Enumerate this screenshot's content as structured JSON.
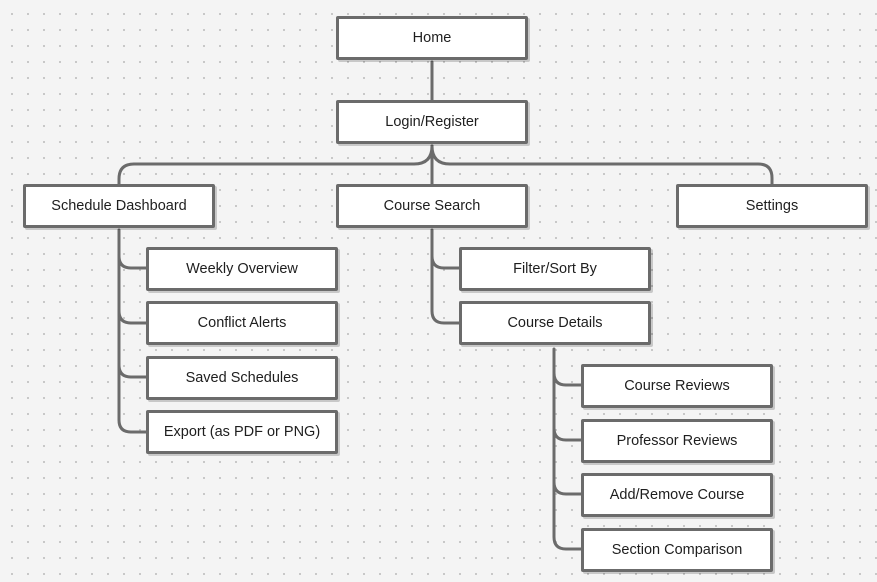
{
  "colors": {
    "line": "#6b6b6b",
    "box_border": "#6b6b6b",
    "box_fill": "#ffffff",
    "text": "#1e1e1e",
    "background": "#f4f4f4"
  },
  "nodes": {
    "home": "Home",
    "login": "Login/Register",
    "schedule_dashboard": "Schedule Dashboard",
    "course_search": "Course Search",
    "settings": "Settings",
    "weekly_overview": "Weekly Overview",
    "conflict_alerts": "Conflict Alerts",
    "saved_schedules": "Saved Schedules",
    "export": "Export (as PDF or PNG)",
    "filter_sort": "Filter/Sort By",
    "course_details": "Course Details",
    "course_reviews": "Course Reviews",
    "professor_reviews": "Professor Reviews",
    "add_remove_course": "Add/Remove Course",
    "section_comparison": "Section Comparison"
  }
}
